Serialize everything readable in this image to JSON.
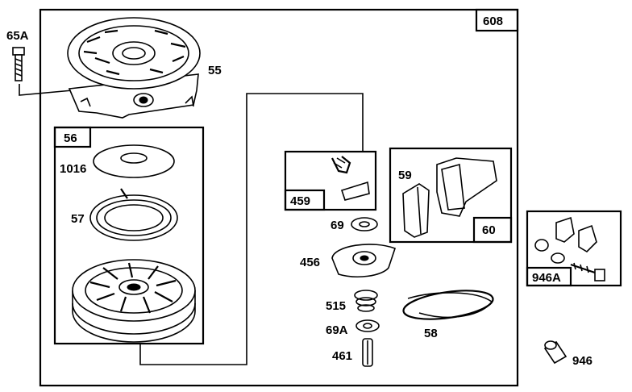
{
  "labels": {
    "p608": "608",
    "p65A": "65A",
    "p55": "55",
    "p56": "56",
    "p1016": "1016",
    "p57": "57",
    "p459": "459",
    "p69": "69",
    "p456": "456",
    "p515": "515",
    "p69A": "69A",
    "p461": "461",
    "p58": "58",
    "p59": "59",
    "p60": "60",
    "p946A": "946A",
    "p946": "946"
  }
}
